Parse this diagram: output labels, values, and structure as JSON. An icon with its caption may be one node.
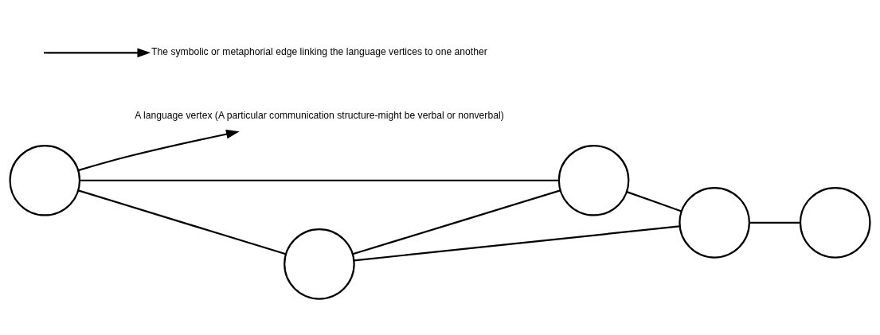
{
  "diagram": {
    "nodes": [
      {
        "text": [],
        "shape": "circle"
      },
      {
        "text": [
          "A language vertex (A particular communication structure-might be verbal or nonverbal)"
        ]
      },
      {
        "text": [],
        "shape": "circle"
      },
      {
        "text": [],
        "shape": "circle"
      },
      {
        "text": [],
        "shape": "circle"
      },
      {
        "text": [],
        "shape": "circle"
      },
      {
        "text": [
          "The symbolic or metaphorial edge linking the language vertices to one another"
        ]
      }
    ],
    "edges": [
      {
        "from": 0,
        "to": 1,
        "arrow": "to"
      },
      {
        "from": 0,
        "to": 2,
        "arrow": "none"
      },
      {
        "from": 0,
        "to": 4,
        "arrow": "none"
      },
      {
        "from": 2,
        "to": 4,
        "arrow": "none"
      },
      {
        "from": 2,
        "to": 5,
        "arrow": "none"
      },
      {
        "from": 4,
        "to": 5,
        "arrow": "none"
      },
      {
        "from": 5,
        "to": 3,
        "arrow": "none"
      },
      {
        "from": null,
        "to": 6,
        "arrow": "to"
      }
    ]
  }
}
